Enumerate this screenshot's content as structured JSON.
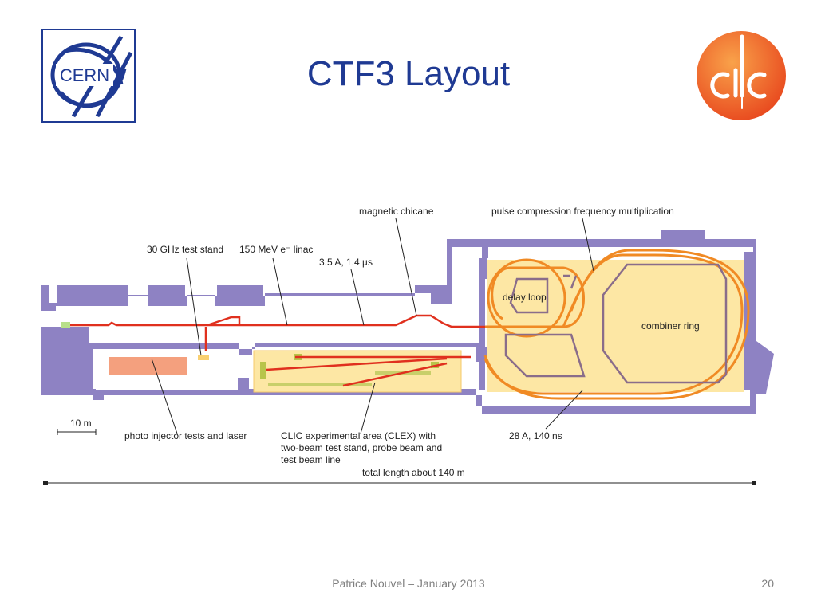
{
  "slide": {
    "title": "CTF3 Layout",
    "footer": "Patrice Nouvel – January 2013",
    "page_number": "20"
  },
  "logos": {
    "cern_text": "CERN",
    "clic_text": "CLIC",
    "cern_color": "#1f3a93",
    "clic_color": "#ef5a24"
  },
  "diagram": {
    "labels": {
      "magnetic_chicane": "magnetic chicane",
      "pulse_compression": "pulse compression frequency multiplication",
      "test_stand_30ghz": "30 GHz test stand",
      "linac": "150 MeV e⁻ linac",
      "current_short": "3.5 A, 1.4 µs",
      "delay_loop": "delay loop",
      "combiner_ring": "combiner ring",
      "scale": "10 m",
      "photo_injector": "photo injector tests and laser",
      "clex": "CLIC experimental area (CLEX) with two-beam test stand, probe beam and test beam line",
      "current_long": "28 A, 140 ns",
      "total_length": "total length about 140 m"
    },
    "colors": {
      "building": "#8e82c3",
      "area": "#fde7a4",
      "beam": "#e0301e",
      "ring": "#f08a24",
      "structure": "#8a6d8a"
    }
  }
}
